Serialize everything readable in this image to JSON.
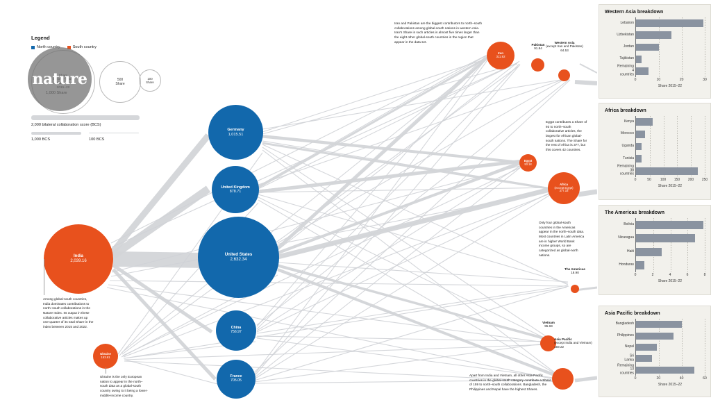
{
  "legend": {
    "title": "Legend",
    "keys": [
      {
        "label": "North country",
        "color": "#1268ac"
      },
      {
        "label": "South country",
        "color": "#e8511d"
      }
    ],
    "bubbles": [
      {
        "label": "Share\nin north–south\ncollaboration\n2015–22",
        "caption": "1,000 Share"
      },
      {
        "label": "500\nShare",
        "caption": ""
      },
      {
        "label": "100\nShare",
        "caption": ""
      }
    ],
    "bubble_captions": [
      "1,000 Share",
      "500 Share",
      "100 Share"
    ],
    "link_caption": "2,000 bilateral collaboration score (BCS)",
    "link_small_captions": [
      "1,000 BCS",
      "100 BCS"
    ],
    "watermark": "nature"
  },
  "nodes": [
    {
      "id": "india",
      "name": "India",
      "value": "2,039.16",
      "type": "south",
      "inside": true
    },
    {
      "id": "ukraine",
      "name": "Ukraine",
      "value": "153.61",
      "type": "south",
      "inside": true
    },
    {
      "id": "germany",
      "name": "Germany",
      "value": "1,015.51",
      "type": "north",
      "inside": true
    },
    {
      "id": "united-kingdom",
      "name": "United Kingdom",
      "value": "878.71",
      "type": "north",
      "inside": true
    },
    {
      "id": "united-states",
      "name": "United States",
      "value": "2,632.34",
      "type": "north",
      "inside": true
    },
    {
      "id": "china",
      "name": "China",
      "value": "756.97",
      "type": "north",
      "inside": true
    },
    {
      "id": "france",
      "name": "France",
      "value": "705.05",
      "type": "north",
      "inside": true
    },
    {
      "id": "iran",
      "name": "Iran",
      "value": "311.92",
      "type": "south",
      "inside": true
    },
    {
      "id": "pakistan",
      "name": "Pakistan",
      "value": "91.84",
      "type": "south",
      "inside": false
    },
    {
      "id": "western-asia",
      "name": "Western Asia",
      "value": "(except Iran and Pakistan)\n64.53",
      "type": "south",
      "inside": false
    },
    {
      "id": "egypt",
      "name": "Egypt",
      "value": "93.18",
      "type": "south",
      "inside": true
    },
    {
      "id": "africa",
      "name": "Africa",
      "value": "(except Egypt)\n377.18",
      "type": "south",
      "inside": true
    },
    {
      "id": "the-americas",
      "name": "The Americas",
      "value": "18.90",
      "type": "south",
      "inside": false
    },
    {
      "id": "vietnam",
      "name": "Vietnam",
      "value": "95.69",
      "type": "south",
      "inside": false
    },
    {
      "id": "asia-pacific",
      "name": "Asia Pacific",
      "value": "(except India and Vietnam)\n159.22",
      "type": "south",
      "inside": false
    }
  ],
  "annotations": {
    "iran_pakistan": "Iran and Pakistan are the biggest contributors to north–south collaborations among global-south nations in western Asia. Iran's Share in such articles is almost five times larger than the eight other global-south countries in the region that appear in the data set.",
    "egypt": "Egypt contributes a Share of 93 to north–south collaborative articles, the largest for African global-south nations. The Share for the rest of Africa is 377, but this covers 42 countries.",
    "americas": "Only four global-south countries in the Americas appear in the north–south data. Most countries in Latin America are in higher World Bank income groups, so are categorized as global-north nations.",
    "india": "Among global-south countries, India dominates contributions to north–south collaborations in the Nature Index. Its output in these collaborative articles makes up one-quarter of its total Share in the index between 2015 and 2022.",
    "ukraine": "Ukraine is the only European nation to appear in the north–south data as a global-south country owing to it being a lower-middle-income country.",
    "asia_pacific": "Apart from India and Vietnam, all other Asia-Pacific countries in the global-south category contribute a Share of 159 to north–south collaborations. Bangladesh, the Philippines and Nepal have the highest Shares."
  },
  "chart_data": [
    {
      "type": "bar",
      "title": "Western Asia breakdown",
      "categories": [
        "Lebanon",
        "Uzbekistan",
        "Jordan",
        "Tajikistan",
        "Remaining\n4 countries"
      ],
      "values": [
        29.5,
        15.5,
        10.0,
        2.5,
        5.5
      ],
      "xlabel": "Share 2015–22",
      "ylabel": "",
      "xlim": [
        0,
        30
      ],
      "ticks": [
        "0",
        "10",
        "20",
        "30"
      ],
      "grid": true,
      "bar_color": "#8a93a0"
    },
    {
      "type": "bar",
      "title": "Africa breakdown",
      "categories": [
        "Kenya",
        "Morocco",
        "Uganda",
        "Tunisia",
        "Remaining\n38 countries"
      ],
      "values": [
        60,
        33,
        20,
        19,
        225
      ],
      "xlabel": "Share 2015–22",
      "ylabel": "",
      "xlim": [
        0,
        250
      ],
      "ticks": [
        "0",
        "50",
        "100",
        "150",
        "200",
        "250"
      ],
      "grid": true,
      "bar_color": "#8a93a0"
    },
    {
      "type": "bar",
      "title": "The Americas breakdown",
      "categories": [
        "Bolivia",
        "Nicaragua",
        "Haiti",
        "Honduras"
      ],
      "values": [
        7.8,
        6.9,
        3.0,
        1.0
      ],
      "xlabel": "Share 2015–22",
      "ylabel": "",
      "xlim": [
        0,
        8
      ],
      "ticks": [
        "0",
        "2",
        "4",
        "6",
        "8"
      ],
      "grid": true,
      "bar_color": "#8a93a0"
    },
    {
      "type": "bar",
      "title": "Asia Pacific breakdown",
      "categories": [
        "Bangladesh",
        "Philippines",
        "Nepal",
        "Sri Lanka",
        "Remaining\n13 countries"
      ],
      "values": [
        40,
        33,
        18,
        14,
        51
      ],
      "xlabel": "Share 2015–22",
      "ylabel": "",
      "xlim": [
        0,
        60
      ],
      "ticks": [
        "0",
        "20",
        "40",
        "60"
      ],
      "grid": true,
      "bar_color": "#8a93a0"
    }
  ]
}
